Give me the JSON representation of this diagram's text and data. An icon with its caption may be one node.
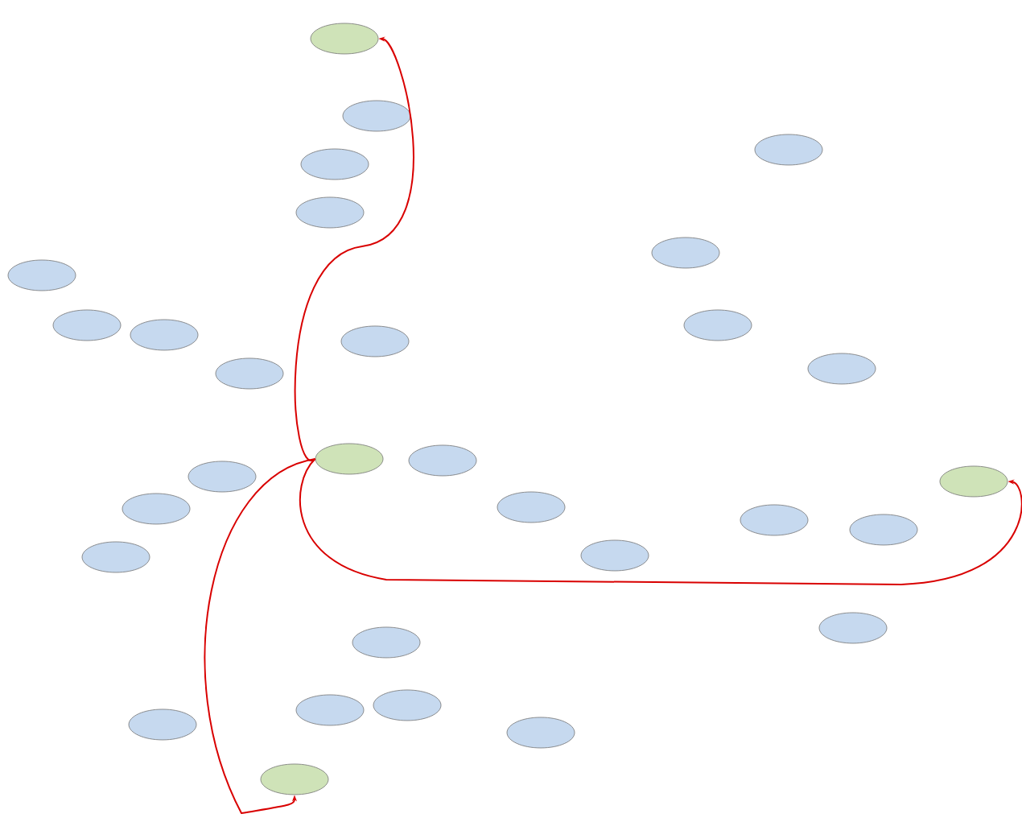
{
  "diagram": {
    "nodes": [
      {
        "text": [],
        "shape": "ellipse"
      },
      {
        "text": [],
        "shape": "ellipse"
      },
      {
        "text": [],
        "shape": "ellipse"
      },
      {
        "text": [],
        "shape": "ellipse"
      },
      {
        "text": [],
        "shape": "ellipse"
      },
      {
        "text": [],
        "shape": "ellipse"
      },
      {
        "text": [],
        "shape": "ellipse"
      },
      {
        "text": [],
        "shape": "ellipse"
      },
      {
        "text": [],
        "shape": "ellipse"
      },
      {
        "text": [],
        "shape": "ellipse"
      },
      {
        "text": [],
        "shape": "ellipse"
      },
      {
        "text": [],
        "shape": "ellipse"
      },
      {
        "text": [],
        "shape": "ellipse"
      },
      {
        "text": [],
        "shape": "ellipse"
      },
      {
        "text": [],
        "shape": "ellipse"
      },
      {
        "text": [],
        "shape": "ellipse"
      },
      {
        "text": [],
        "shape": "ellipse"
      },
      {
        "text": [],
        "shape": "ellipse"
      },
      {
        "text": [],
        "shape": "ellipse"
      },
      {
        "text": [],
        "shape": "ellipse"
      },
      {
        "text": [],
        "shape": "ellipse"
      },
      {
        "text": [],
        "shape": "ellipse"
      },
      {
        "text": [],
        "shape": "ellipse"
      },
      {
        "text": [],
        "shape": "ellipse"
      },
      {
        "text": [],
        "shape": "ellipse"
      },
      {
        "text": [],
        "shape": "ellipse"
      },
      {
        "text": [],
        "shape": "ellipse"
      },
      {
        "text": [],
        "shape": "ellipse"
      },
      {
        "text": [],
        "shape": "ellipse"
      },
      {
        "text": [],
        "shape": "ellipse"
      }
    ],
    "edges": [
      {
        "from": 13,
        "to": 0,
        "arrow": "to"
      },
      {
        "from": 13,
        "to": 29,
        "arrow": "to"
      },
      {
        "from": 13,
        "to": 16,
        "arrow": "to"
      }
    ]
  }
}
